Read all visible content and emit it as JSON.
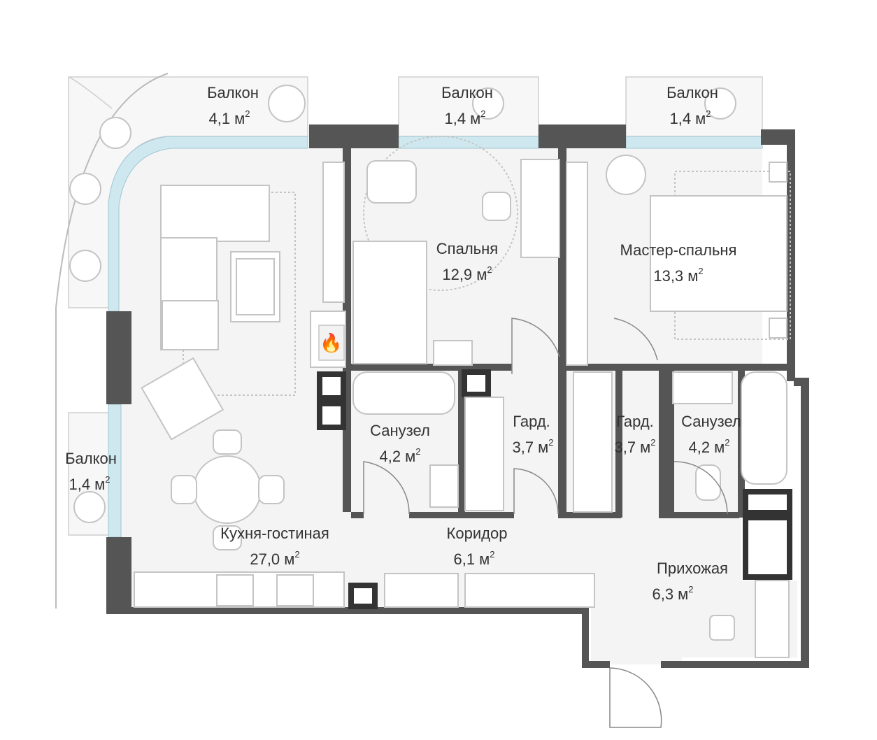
{
  "plan": {
    "colors": {
      "wall": "#555555",
      "floor": "#f4f4f4",
      "glass": "#cfe8ef",
      "furniture_line": "#c4c4c4",
      "text": "#333333",
      "fire": "#e2512b"
    },
    "area_unit_superscript": "2",
    "rooms": [
      {
        "id": "balcony-top-left",
        "name": "Балкон",
        "area": "4,1 м"
      },
      {
        "id": "balcony-top-middle",
        "name": "Балкон",
        "area": "1,4 м"
      },
      {
        "id": "balcony-top-right",
        "name": "Балкон",
        "area": "1,4 м"
      },
      {
        "id": "bedroom",
        "name": "Спальня",
        "area": "12,9 м"
      },
      {
        "id": "master-bedroom",
        "name": "Мастер-спальня",
        "area": "13,3 м"
      },
      {
        "id": "balcony-left",
        "name": "Балкон",
        "area": "1,4 м"
      },
      {
        "id": "bathroom-left",
        "name": "Санузел",
        "area": "4,2 м"
      },
      {
        "id": "wardrobe-left",
        "name": "Гард.",
        "area": "3,7 м"
      },
      {
        "id": "wardrobe-right",
        "name": "Гард.",
        "area": "3,7 м"
      },
      {
        "id": "bathroom-right",
        "name": "Санузел",
        "area": "4,2 м"
      },
      {
        "id": "kitchen-living",
        "name": "Кухня-гостиная",
        "area": "27,0 м"
      },
      {
        "id": "corridor",
        "name": "Коридор",
        "area": "6,1 м"
      },
      {
        "id": "hallway",
        "name": "Прихожая",
        "area": "6,3 м"
      }
    ],
    "icons": {
      "fireplace": "fireplace-icon",
      "fire_glyph": "🔥"
    }
  }
}
